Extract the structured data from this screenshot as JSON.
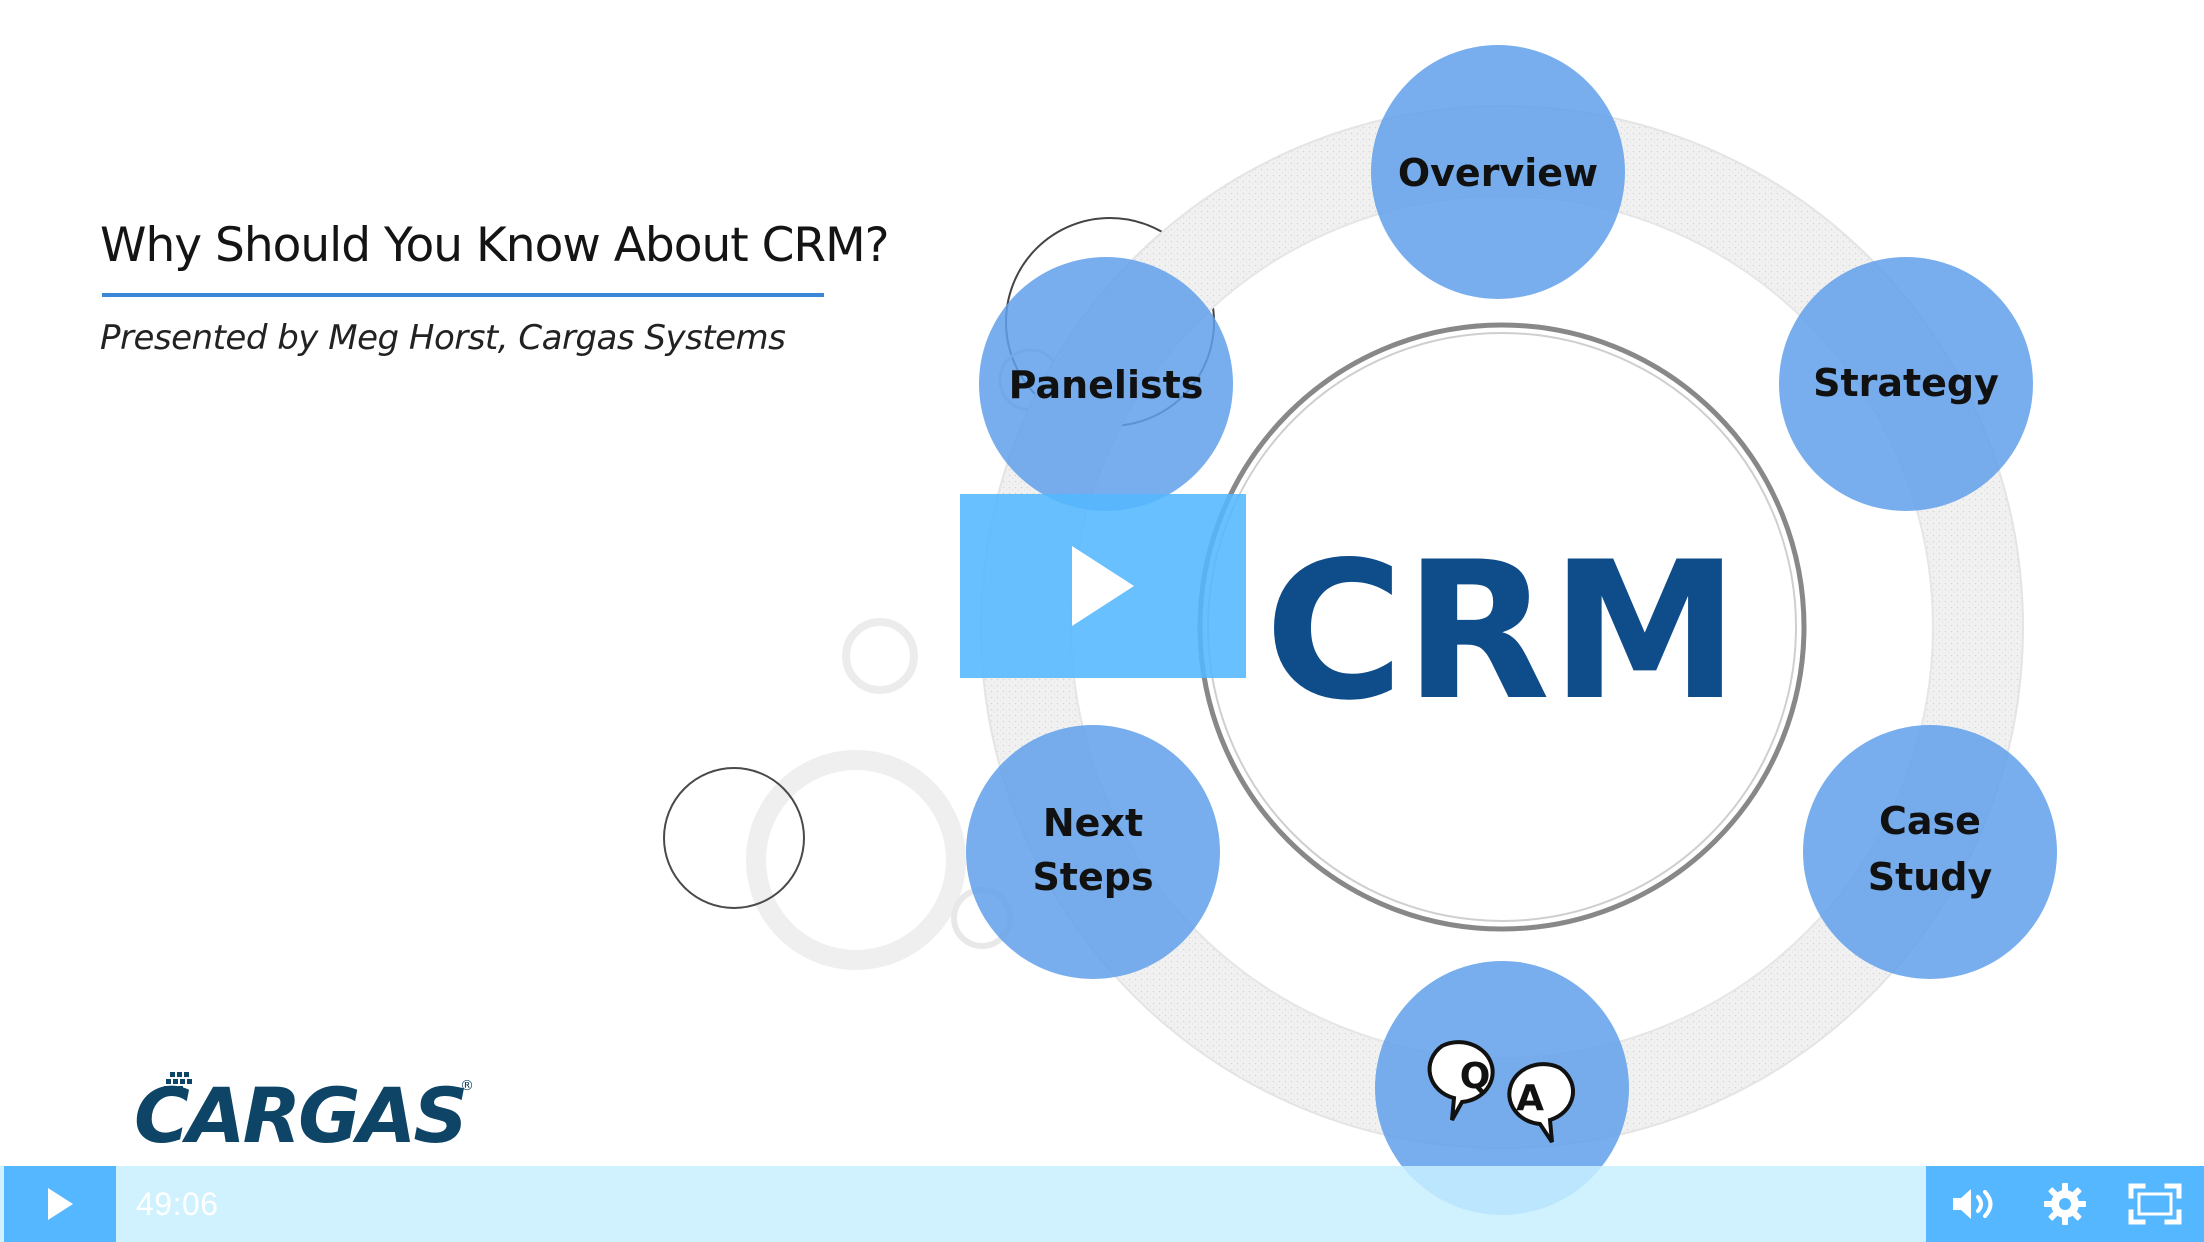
{
  "slide": {
    "title": "Why Should You Know About CRM?",
    "subtitle": "Presented by Meg Horst, Cargas Systems",
    "center_label": "CRM",
    "nodes": {
      "overview": "Overview",
      "strategy": "Strategy",
      "case_study_line1": "Case",
      "case_study_line2": "Study",
      "next_steps_line1": "Next",
      "next_steps_line2": "Steps",
      "panelists": "Panelists",
      "qa_q": "Q",
      "qa_a": "A"
    },
    "logo_text": "CARGAS",
    "logo_mark": "®"
  },
  "player": {
    "time": "49:06",
    "accent_color": "#54b7ff",
    "bar_color": "#c8f0ff",
    "icons": {
      "big_play": "play-icon",
      "play": "play-icon",
      "volume": "volume-icon",
      "settings": "gear-icon",
      "fullscreen": "fullscreen-icon"
    }
  }
}
